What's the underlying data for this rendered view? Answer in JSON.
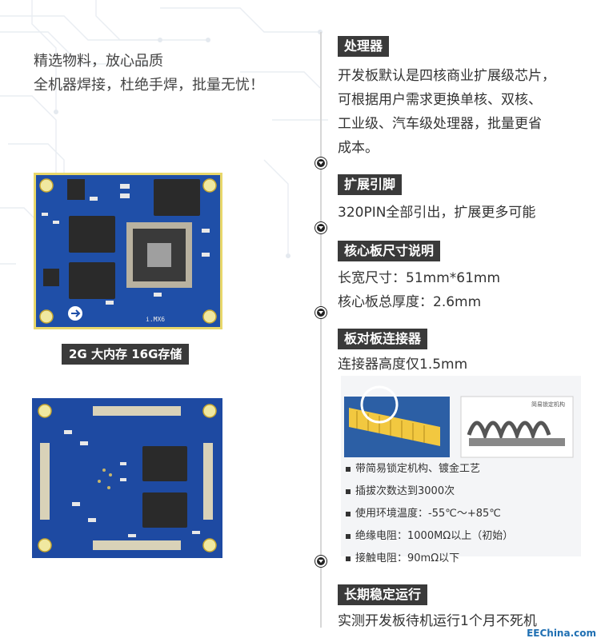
{
  "tagline": {
    "line1": "精选物料，放心品质",
    "line2": "全机器焊接，杜绝手焊，批量无忧！"
  },
  "boards": {
    "caption": "2G 大内存  16G存储",
    "silkscreen_top": "i.MX6"
  },
  "sections": [
    {
      "title": "处理器",
      "lines": [
        "开发板默认是四核商业扩展级芯片，",
        "可根据用户需求更换单核、双核、",
        "工业级、汽车级处理器，批量更省",
        "成本。"
      ]
    },
    {
      "title": "扩展引脚",
      "lines": [
        "320PIN全部引出，扩展更多可能"
      ]
    },
    {
      "title": "核心板尺寸说明",
      "lines": [
        "长宽尺寸：51mm*61mm",
        "核心板总厚度：2.6mm"
      ]
    },
    {
      "title": "板对板连接器",
      "lines": [
        "连接器高度仅1.5mm"
      ]
    },
    {
      "title": "长期稳定运行",
      "lines": [
        "实测开发板待机运行1个月不死机"
      ]
    }
  ],
  "connector": {
    "diagram_label": "简易锁定机构",
    "features": [
      "带简易锁定机构、镀金工艺",
      "插拔次数达到3000次",
      "使用环境温度：-55℃～+85℃",
      "绝缘电阻：1000MΩ以上（初始）",
      "接触电阻：90mΩ以下"
    ]
  },
  "watermark": "EEChina.com",
  "colors": {
    "board_blue": "#1f4fa8",
    "title_bg": "#3a3a3a",
    "timeline": "#d7d7d7"
  }
}
